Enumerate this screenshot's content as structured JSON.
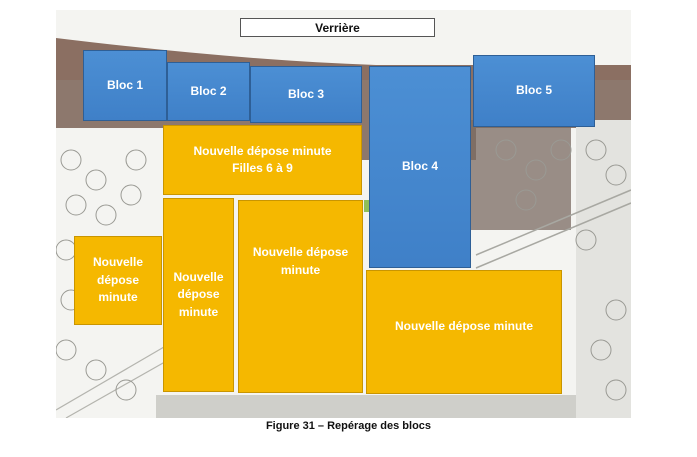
{
  "verriere": "Verrière",
  "blocks": {
    "bloc1": "Bloc 1",
    "bloc2": "Bloc 2",
    "bloc3": "Bloc 3",
    "bloc4": "Bloc 4",
    "bloc5": "Bloc 5"
  },
  "zones": {
    "zone_filles": [
      "Nouvelle dépose minute",
      "Filles 6 à 9"
    ],
    "zone_left": [
      "Nouvelle",
      "dépose",
      "minute"
    ],
    "zone_center_left": [
      "Nouvelle",
      "dépose",
      "minute"
    ],
    "zone_center": [
      "Nouvelle dépose",
      "minute"
    ],
    "zone_right": [
      "Nouvelle dépose minute"
    ]
  },
  "caption": "Figure 31 – Repérage des blocs",
  "colors": {
    "block_blue": "#4287cf",
    "zone_yellow": "#f5b800",
    "roof_brown": "#8a6e61"
  }
}
